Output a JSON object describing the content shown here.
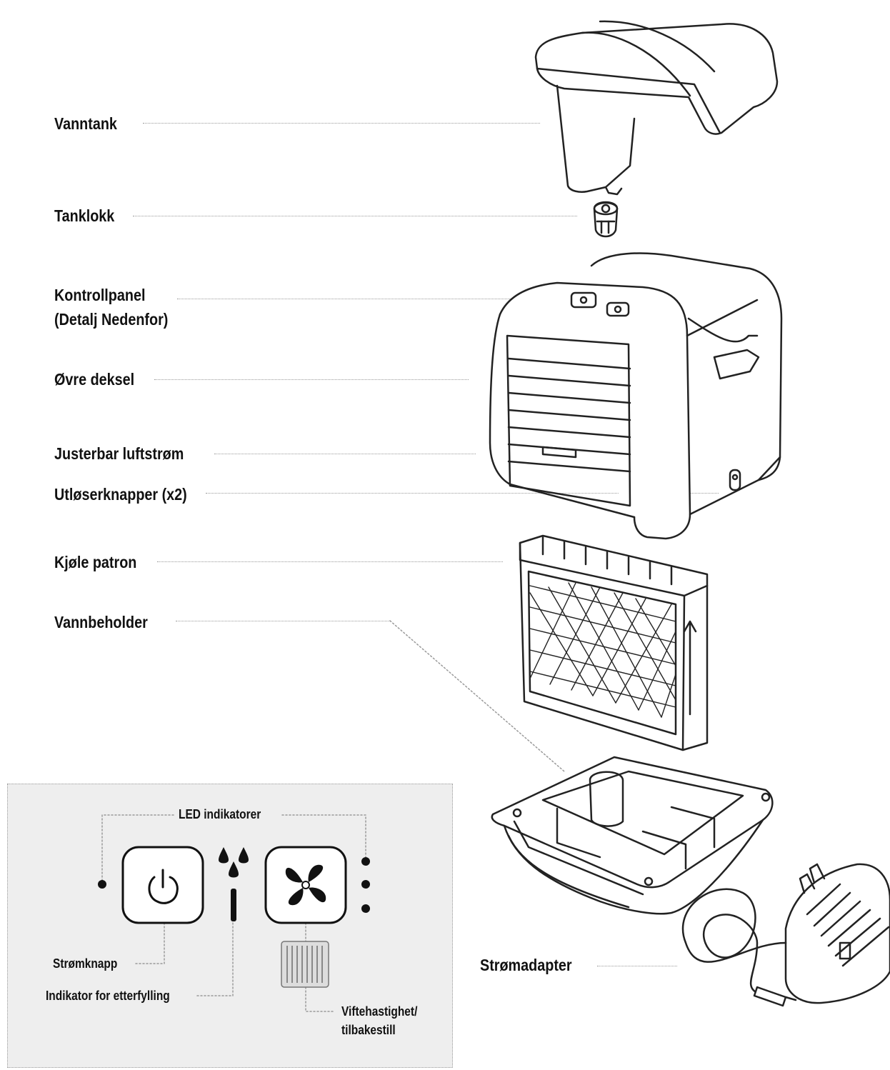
{
  "labels": {
    "vanntank": "Vanntank",
    "tanklokk": "Tanklokk",
    "kontrollpanel_line1": "Kontrollpanel",
    "kontrollpanel_line2": "(Detalj Nedenfor)",
    "ovre_deksel": "Øvre deksel",
    "justerbar": "Justerbar luftstrøm",
    "utloser": "Utløserknapper (x2)",
    "kjole": "Kjøle patron",
    "vannbeholder": "Vannbeholder",
    "stromadapter": "Strømadapter"
  },
  "detail": {
    "led": "LED indikatorer",
    "stromknapp": "Strømknapp",
    "indikator": "Indikator for etterfylling",
    "vifte_line1": "Viftehastighet/",
    "vifte_line2": "tilbakestill"
  },
  "colors": {
    "stroke": "#222222",
    "leader": "#9a9a9a",
    "panel_bg": "#eeeeee"
  },
  "icons": [
    "power-icon",
    "water-drops-icon",
    "fan-icon",
    "filter-icon"
  ]
}
